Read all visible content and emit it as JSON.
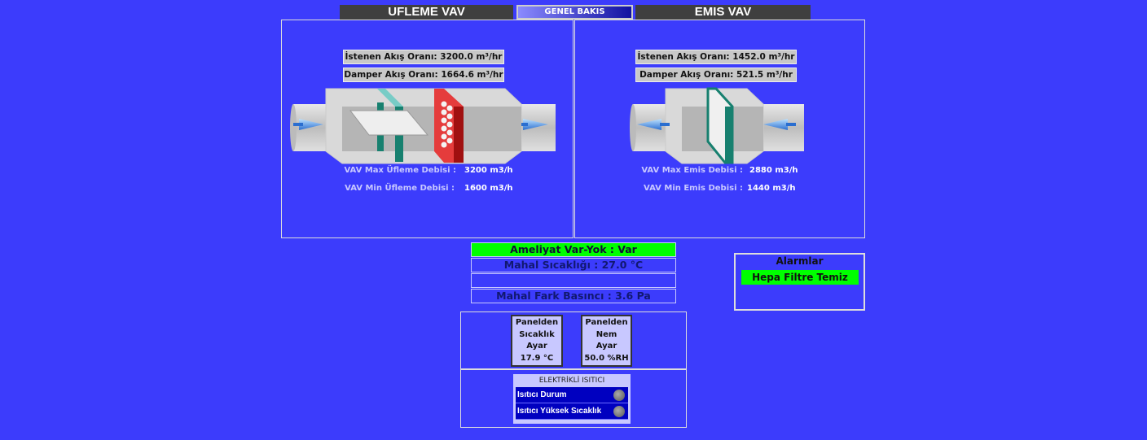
{
  "tabs": {
    "supply": "UFLEME VAV",
    "overview": "GENEL BAKIS",
    "exhaust": "EMIS VAV"
  },
  "supply": {
    "requested": "İstenen Akış Oranı: 3200.0 m³/hr",
    "damper": "Damper Akış Oranı: 1664.6 m³/hr",
    "max_label": "VAV Max Üfleme Debisi :",
    "max_value": "3200 m3/h",
    "min_label": "VAV Min Üfleme Debisi :",
    "min_value": "1600 m3/h"
  },
  "exhaust": {
    "requested": "İstenen Akış Oranı: 1452.0 m³/hr",
    "damper": "Damper Akış Oranı: 521.5 m³/hr",
    "max_label": "VAV Max Emis Debisi :",
    "max_value": "2880 m3/h",
    "min_label": "VAV Min Emis Debisi :",
    "min_value": "1440 m3/h"
  },
  "status": {
    "operation": "Ameliyat Var-Yok : Var",
    "temperature": "Mahal Sıcaklığı : 27.0 °C",
    "empty": "",
    "pressure": "Mahal Fark Basıncı : 3.6 Pa"
  },
  "alarms": {
    "title": "Alarmlar",
    "items": [
      "Hepa Filtre Temiz"
    ]
  },
  "panel_setpoints": [
    {
      "lines": [
        "Panelden",
        "Sıcaklık",
        "Ayar"
      ],
      "value": "17.9 °C"
    },
    {
      "lines": [
        "Panelden",
        "Nem",
        "Ayar"
      ],
      "value": "50.0 %RH"
    }
  ],
  "heater": {
    "title": "ELEKTRİKLİ ISITICI",
    "rows": [
      "Isıtıcı Durum",
      "Isıtıcı Yüksek Sıcaklık"
    ]
  },
  "colors": {
    "background": "#3c3cfc",
    "ok": "#00ff00"
  }
}
